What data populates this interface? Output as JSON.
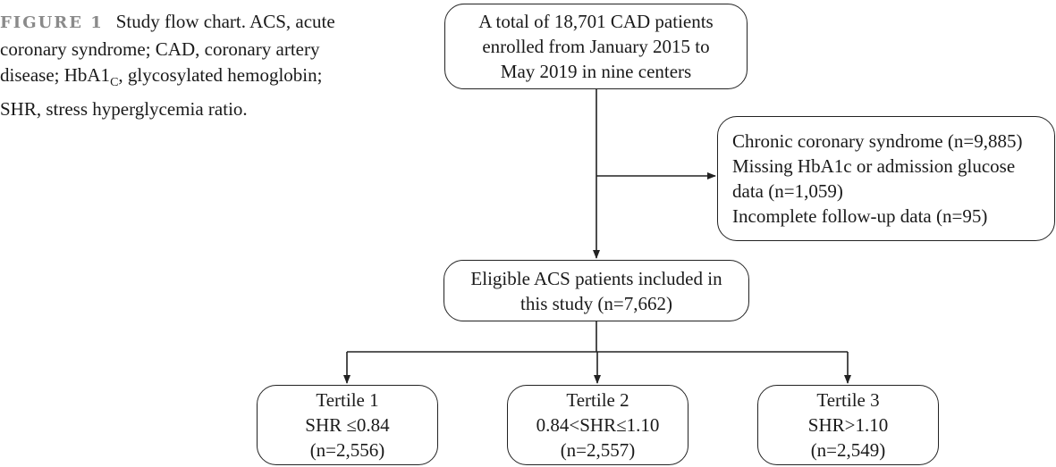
{
  "caption": {
    "label": "FIGURE 1",
    "text_part1": "Study flow chart. ACS, acute coronary syndrome; CAD, coronary artery disease; HbA1",
    "subscript": "C",
    "text_part2": ", glycosylated hemoglobin; SHR, stress hyperglycemia ratio."
  },
  "nodes": {
    "total": {
      "lines": [
        "A total of 18,701 CAD patients",
        "enrolled from January 2015 to",
        "May 2019 in nine centers"
      ]
    },
    "excluded": {
      "lines": [
        "Chronic coronary syndrome (n=9,885)",
        "Missing HbA1c or admission glucose",
        "data (n=1,059)",
        "Incomplete follow-up data (n=95)"
      ]
    },
    "eligible": {
      "lines": [
        "Eligible ACS patients included in",
        "this study (n=7,662)"
      ]
    },
    "tertile1": {
      "lines": [
        "Tertile 1",
        "SHR ≤0.84",
        "(n=2,556)"
      ]
    },
    "tertile2": {
      "lines": [
        "Tertile 2",
        "0.84<SHR≤1.10",
        "(n=2,557)"
      ]
    },
    "tertile3": {
      "lines": [
        "Tertile 3",
        "SHR>1.10",
        "(n=2,549)"
      ]
    }
  }
}
